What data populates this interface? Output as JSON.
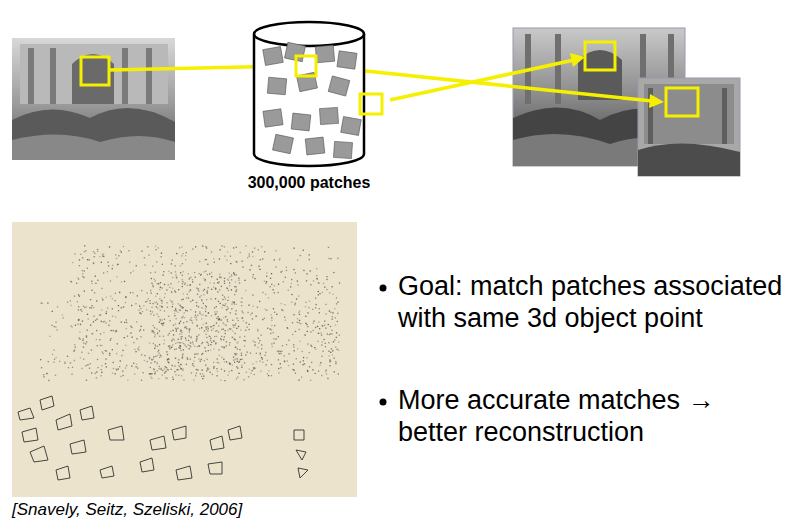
{
  "diagram": {
    "nodes": [
      {
        "text": [
          "300,000 patches"
        ]
      }
    ],
    "labels": [
      "Goal: match patches associated with same 3d object point",
      "More accurate matches → better reconstruction",
      "[Snavely, Seitz, Szeliski, 2006]"
    ]
  }
}
